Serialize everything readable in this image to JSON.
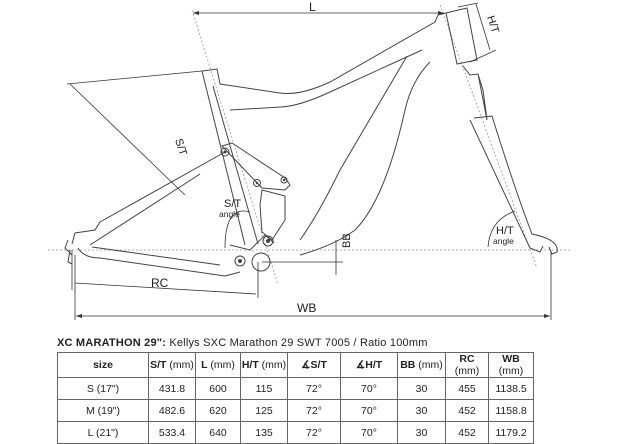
{
  "diagram": {
    "labels": {
      "L": "L",
      "HT": "H/T",
      "ST": "S/T",
      "ST_angle_1": "S/T",
      "ST_angle_2": "angle",
      "HT_angle_1": "H/T",
      "HT_angle_2": "angle",
      "BB": "BB",
      "RC": "RC",
      "WB": "WB"
    }
  },
  "spec": {
    "model_bold": "XC MARATHON 29\":",
    "model_rest": " Kellys SXC Marathon 29 SWT 7005 / Ratio 100mm"
  },
  "table": {
    "headers": [
      {
        "main": "size",
        "unit": ""
      },
      {
        "main": "S/T",
        "unit": " (mm)"
      },
      {
        "main": "L",
        "unit": " (mm)"
      },
      {
        "main": "H/T",
        "unit": " (mm)"
      },
      {
        "main": "∡S/T",
        "unit": ""
      },
      {
        "main": "∡H/T",
        "unit": ""
      },
      {
        "main": "BB",
        "unit": " (mm)"
      },
      {
        "main": "RC",
        "unit": " (mm)"
      },
      {
        "main": "WB",
        "unit": " (mm)"
      }
    ],
    "rows": [
      [
        "S (17\")",
        "431.8",
        "600",
        "115",
        "72°",
        "70°",
        "30",
        "455",
        "1138.5"
      ],
      [
        "M (19\")",
        "482.6",
        "620",
        "125",
        "72°",
        "70°",
        "30",
        "452",
        "1158.8"
      ],
      [
        "L (21\")",
        "533.4",
        "640",
        "135",
        "72°",
        "70°",
        "30",
        "452",
        "1179.2"
      ]
    ]
  }
}
